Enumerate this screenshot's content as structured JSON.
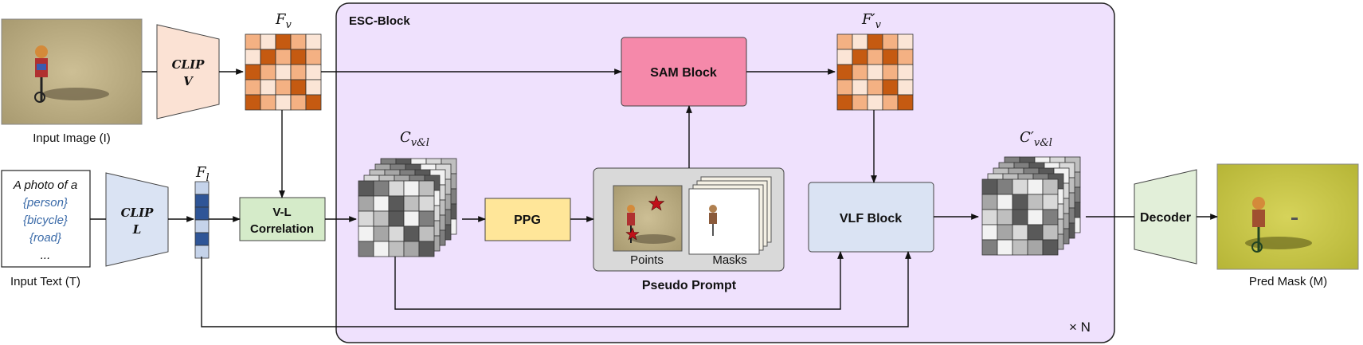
{
  "esc_block": {
    "title": "ESC-Block",
    "repeat": "× N"
  },
  "input_image": {
    "caption": "Input Image (I)"
  },
  "input_text": {
    "caption": "Input Text (T)",
    "line1": "A photo of a",
    "classes": [
      "{person}",
      "{bicycle}",
      "{road}"
    ],
    "ellipsis": "..."
  },
  "clip_v": {
    "line1": "CLIP",
    "line2": "V"
  },
  "clip_l": {
    "line1": "CLIP",
    "line2": "L"
  },
  "f_v": {
    "symbol": "F",
    "sub": "v"
  },
  "f_l": {
    "symbol": "F",
    "sub": "l"
  },
  "f_v_prime": {
    "symbol": "F′",
    "sub": "v"
  },
  "c_vl": {
    "symbol": "C",
    "sub": "v&l"
  },
  "c_vl_prime": {
    "symbol": "C′",
    "sub": "v&l"
  },
  "vl_corr": {
    "line1": "V-L",
    "line2": "Correlation"
  },
  "ppg": {
    "label": "PPG"
  },
  "sam": {
    "label": "SAM Block"
  },
  "vlf": {
    "label": "VLF Block"
  },
  "decoder": {
    "label": "Decoder"
  },
  "pseudo_prompt": {
    "title": "Pseudo Prompt",
    "points": "Points",
    "masks": "Masks"
  },
  "pred_mask": {
    "caption": "Pred Mask (M)"
  },
  "colors": {
    "esc_bg": "#efe1fd",
    "clip_v": "#fbe2d4",
    "clip_l": "#dae3f3",
    "vl_corr": "#d5ebc9",
    "ppg": "#ffe699",
    "sam": "#f589aa",
    "vlf": "#dae3f3",
    "decoder": "#e2efd9",
    "orange_dark": "#c55a11",
    "orange_mid": "#f4b183",
    "orange_light": "#fbe5d6",
    "blue_dark": "#2f5597",
    "blue_light": "#c5d3ea"
  }
}
